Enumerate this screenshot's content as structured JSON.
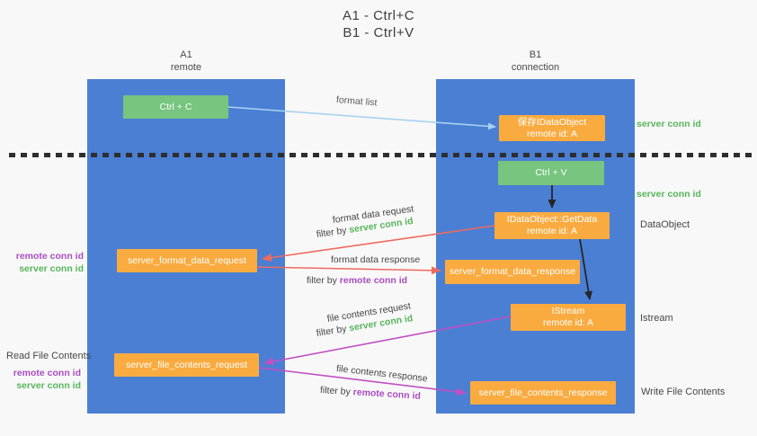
{
  "title": {
    "line1": "A1 - Ctrl+C",
    "line2": "B1 - Ctrl+V"
  },
  "columns": {
    "a1": {
      "name": "A1",
      "subtitle": "remote"
    },
    "b1": {
      "name": "B1",
      "subtitle": "connection"
    }
  },
  "nodes": {
    "ctrl_c": "Ctrl + C",
    "ctrl_v": "Ctrl + V",
    "save_dataobject": {
      "line1": "保存IDataObject",
      "line2": "remote id: A"
    },
    "getdata": {
      "line1": "IDataObject::GetData",
      "line2": "remote id: A"
    },
    "istream": {
      "line1": "IStream",
      "line2": "remote id: A"
    },
    "format_request": "server_format_data_request",
    "format_response": "server_format_data_response",
    "file_request": "server_file_contents_request",
    "file_response": "server_file_contents_response"
  },
  "arrow_labels": {
    "format_list": "format list",
    "format_data_request": {
      "label": "format data request",
      "filter_prefix": "filter by ",
      "filter_value": "server conn id"
    },
    "format_data_response": {
      "label": "format data response",
      "filter_prefix": "filter by ",
      "filter_value": "remote conn id"
    },
    "file_contents_request": {
      "label": "file contents request",
      "filter_prefix": "filter by ",
      "filter_value": "server conn id"
    },
    "file_contents_response": {
      "label": "file contents response",
      "filter_prefix": "filter by ",
      "filter_value": "remote conn id"
    }
  },
  "side_labels": {
    "server_conn_top": "server conn id",
    "server_conn_mid": "server conn id",
    "dataobject": "DataObject",
    "istream": "Istream",
    "read_file": "Read File Contents",
    "write_file": "Write File Contents",
    "left_mid": {
      "remote": "remote conn id",
      "server": "server conn id"
    },
    "left_bottom": {
      "remote": "remote conn id",
      "server": "server conn id"
    }
  },
  "colors": {
    "column_blue": "#4a7fd4",
    "node_green": "#77c57e",
    "node_orange": "#f9ab40",
    "label_green": "#58b55c",
    "label_purple": "#a94ec1",
    "arrow_red": "#ee6a5f",
    "arrow_magenta": "#c24fc2",
    "arrow_lightblue": "#a8d2ee",
    "arrow_black": "#262626"
  }
}
